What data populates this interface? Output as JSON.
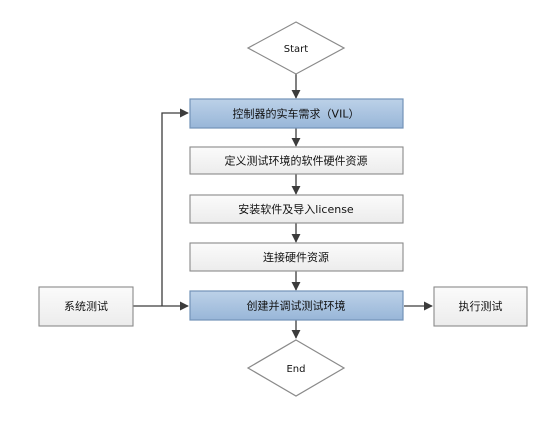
{
  "nodes": {
    "start": "Start",
    "controller_requirement": "控制器的实车需求（VIL）",
    "define_environment": "定义测试环境的软件硬件资源",
    "install_software": "安装软件及导入license",
    "connect_hardware": "连接硬件资源",
    "create_environment": "创建并调试测试环境",
    "system_test": "系统测试",
    "execute_test": "执行测试",
    "end": "End"
  },
  "colors": {
    "highlight_fill": "#a9c3df",
    "highlight_border": "#7393b8",
    "plain_fill": "#f3f3f3",
    "plain_border": "#8a8a8a",
    "connector": "#3c3c3c",
    "decision_fill": "#ffffff"
  }
}
